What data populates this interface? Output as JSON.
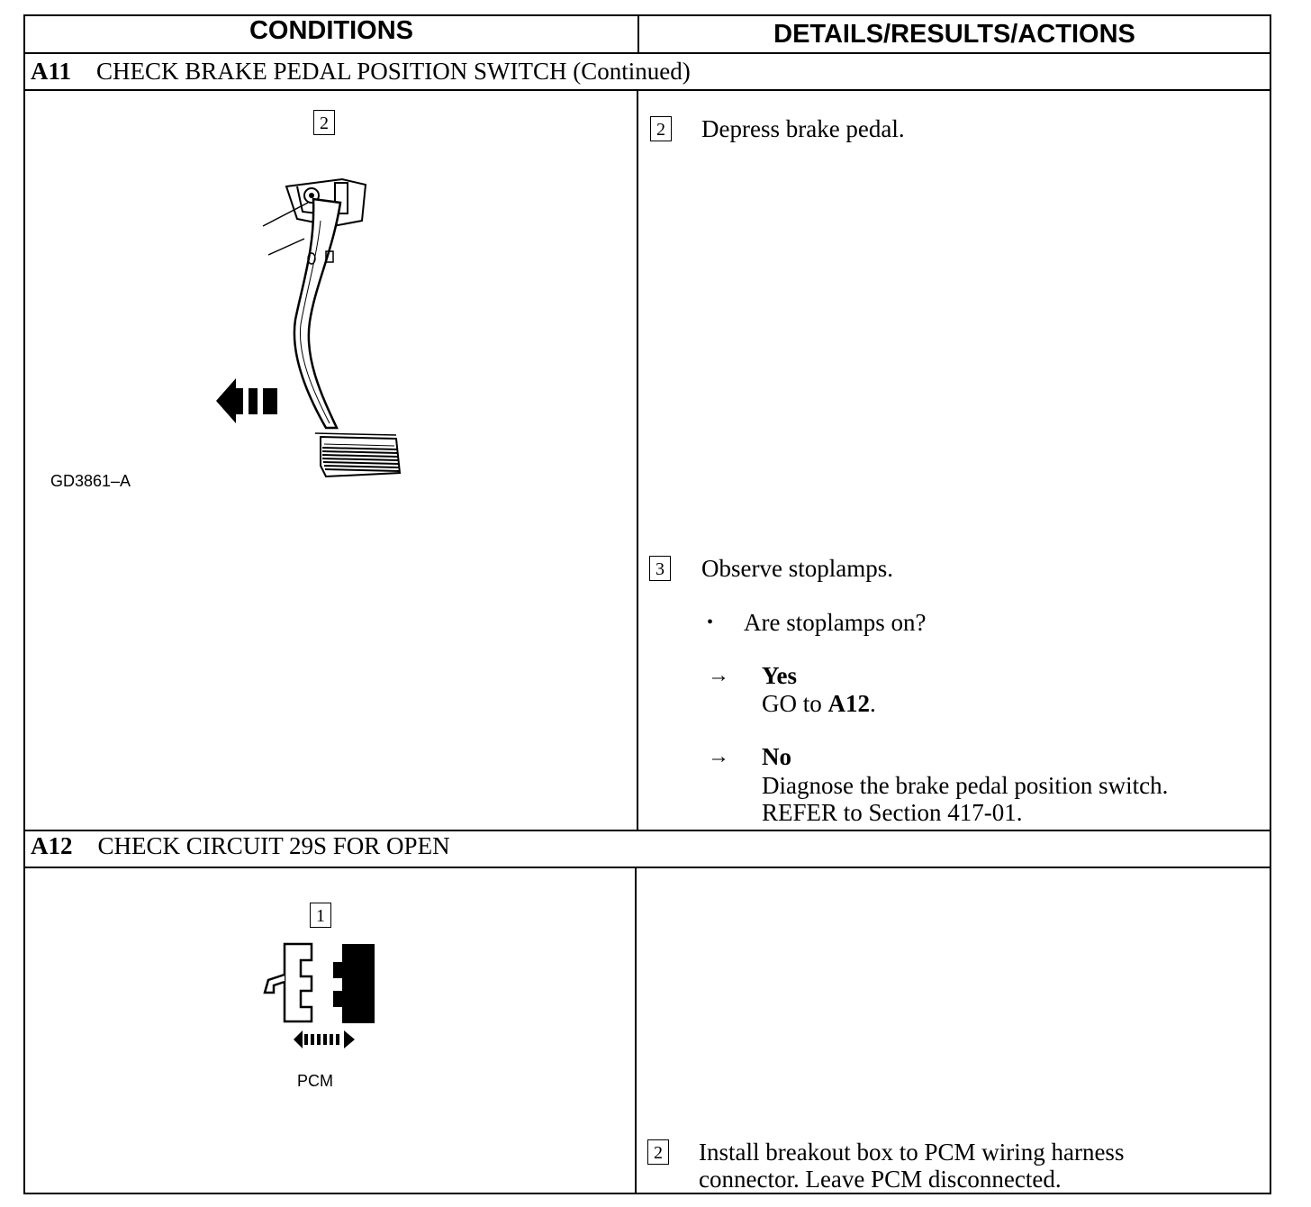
{
  "headers": {
    "conditions": "CONDITIONS",
    "details": "DETAILS/RESULTS/ACTIONS"
  },
  "sections": [
    {
      "code": "A11",
      "title": "CHECK BRAKE PEDAL POSITION SWITCH (Continued)"
    },
    {
      "code": "A12",
      "title": "CHECK CIRCUIT 29S FOR OPEN"
    }
  ],
  "a11": {
    "figure_step": "2",
    "figure_id": "GD3861–A",
    "steps": [
      {
        "num": "2",
        "text": "Depress brake pedal."
      },
      {
        "num": "3",
        "text": "Observe stoplamps."
      }
    ],
    "question": "Are stoplamps on?",
    "bullet": "•",
    "arrow": "→",
    "yes": {
      "label": "Yes",
      "action_pre": "GO to",
      "action_ref": "A12",
      "action_post": "."
    },
    "no": {
      "label": "No",
      "line1": "Diagnose the brake pedal position switch.",
      "line2": "REFER to  Section 417-01."
    }
  },
  "a12": {
    "figure_step": "1",
    "figure_label": "PCM",
    "step": {
      "num": "2",
      "line1": "Install breakout box to PCM wiring harness",
      "line2": "connector. Leave PCM disconnected."
    }
  }
}
